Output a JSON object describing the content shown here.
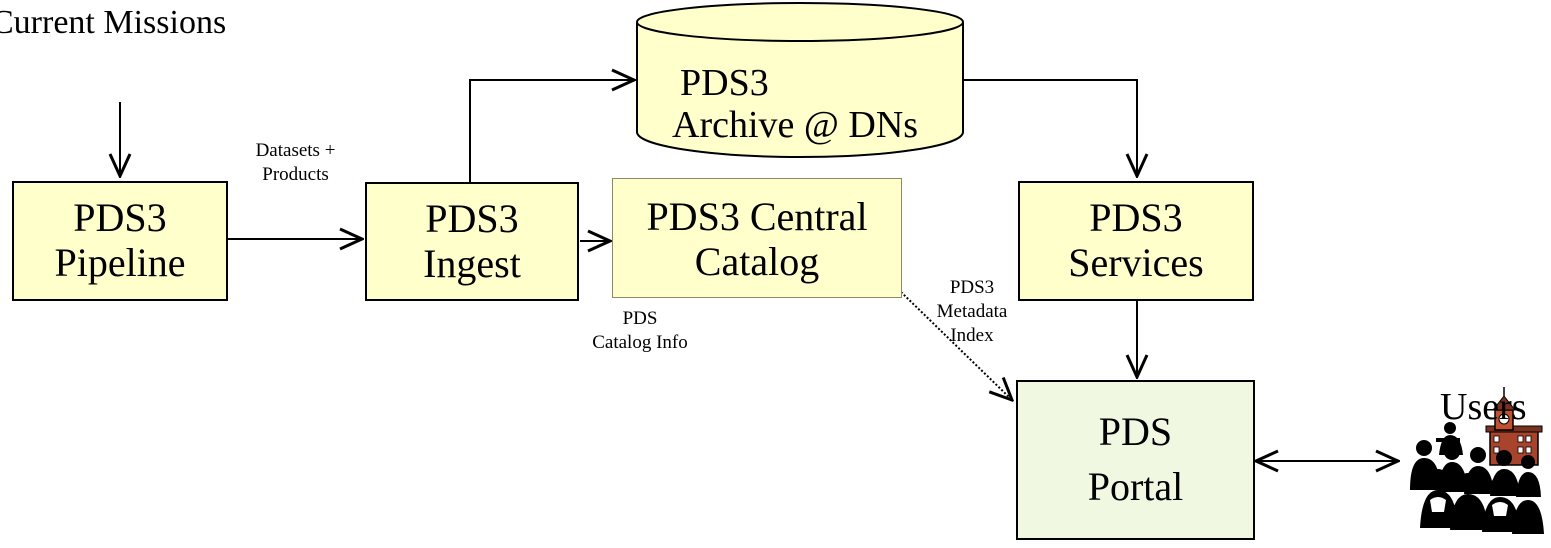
{
  "title": "Current Missions",
  "boxes": {
    "pipeline": [
      "PDS3",
      "Pipeline"
    ],
    "ingest": [
      "PDS3",
      "Ingest"
    ],
    "catalog": [
      "PDS3 Central",
      "Catalog"
    ],
    "services": [
      "PDS3",
      "Services"
    ],
    "portal": [
      "PDS",
      "Portal"
    ],
    "archive": [
      "PDS3",
      "Archive @ DNs"
    ]
  },
  "labels": {
    "datasets": [
      "Datasets +",
      "Products"
    ],
    "catalog_info": [
      "PDS",
      "Catalog Info"
    ],
    "metadata_index": [
      "PDS3",
      "Metadata",
      "Index"
    ],
    "users": "Users"
  },
  "icons": {
    "users": "users-building-icon",
    "archive": "database-cylinder-icon"
  },
  "colors": {
    "box_fill": "#ffffcc",
    "portal_fill": "#f0f8e2",
    "line": "#000000"
  }
}
